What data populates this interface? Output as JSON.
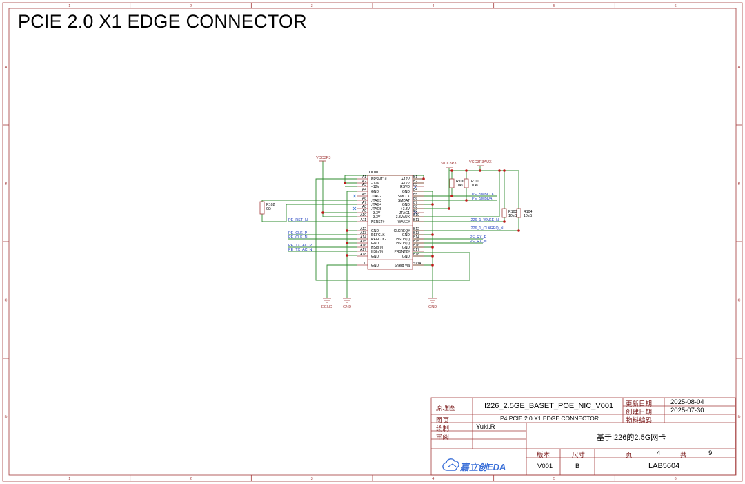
{
  "page_title": "PCIE 2.0 X1 EDGE CONNECTOR",
  "frame": {
    "column_labels": [
      "1",
      "2",
      "3",
      "4",
      "5",
      "6"
    ],
    "row_labels": [
      "A",
      "B",
      "C",
      "D"
    ]
  },
  "connector": {
    "ref": "U100",
    "left_pins": [
      {
        "num": "A1",
        "name": "PRSNT1#"
      },
      {
        "num": "A2",
        "name": "+12V"
      },
      {
        "num": "A3",
        "name": "+12V"
      },
      {
        "num": "A4",
        "name": "GND"
      },
      {
        "num": "A5",
        "name": "JTAG2"
      },
      {
        "num": "A6",
        "name": "JTAG3"
      },
      {
        "num": "A7",
        "name": "JTAG4"
      },
      {
        "num": "A8",
        "name": "JTAG5"
      },
      {
        "num": "A9",
        "name": "+3.3V"
      },
      {
        "num": "A10",
        "name": "+3.3V"
      },
      {
        "num": "A11",
        "name": "PERST#"
      },
      {
        "num": "A12",
        "name": "GND"
      },
      {
        "num": "A13",
        "name": "REFCLK+"
      },
      {
        "num": "A14",
        "name": "REFCLK-"
      },
      {
        "num": "A15",
        "name": "GND"
      },
      {
        "num": "A16",
        "name": "HSIp(0)"
      },
      {
        "num": "A17",
        "name": "HSIn(0)"
      },
      {
        "num": "A18",
        "name": "GND"
      },
      {
        "num": "0",
        "name": "GND"
      }
    ],
    "right_pins": [
      {
        "num": "B1",
        "name": "+12V"
      },
      {
        "num": "B2",
        "name": "+12V"
      },
      {
        "num": "B3",
        "name": "RSVD"
      },
      {
        "num": "B4",
        "name": "GND"
      },
      {
        "num": "B5",
        "name": "SMCLK"
      },
      {
        "num": "B6",
        "name": "SMDAT"
      },
      {
        "num": "B7",
        "name": "GND"
      },
      {
        "num": "B8",
        "name": "+3.3V"
      },
      {
        "num": "B9",
        "name": "JTAG1"
      },
      {
        "num": "B10",
        "name": "3.3VAUX"
      },
      {
        "num": "B11",
        "name": "WAKE#"
      },
      {
        "num": "B12",
        "name": "CLKREQ#"
      },
      {
        "num": "B13",
        "name": "GND"
      },
      {
        "num": "B14",
        "name": "HSOp(0)"
      },
      {
        "num": "B15",
        "name": "HSOn(0)"
      },
      {
        "num": "B16",
        "name": "GND"
      },
      {
        "num": "B17",
        "name": "PRSNT2#"
      },
      {
        "num": "B18",
        "name": "GND"
      },
      {
        "num": "SVIA",
        "name": "Shield Via"
      }
    ]
  },
  "power_labels": {
    "vcc_left": "VCC3P3",
    "vcc_right": "VCC3P3",
    "vcc_aux": "VCC3P3AUX"
  },
  "ground_labels": {
    "egnd": "EGND",
    "gnd1": "GND",
    "gnd2": "GND"
  },
  "resistors": [
    {
      "ref": "R102",
      "value": "0Ω"
    },
    {
      "ref": "R100",
      "value": "10kΩ"
    },
    {
      "ref": "R101",
      "value": "10kΩ"
    },
    {
      "ref": "R103",
      "value": "10kΩ"
    },
    {
      "ref": "R104",
      "value": "10kΩ"
    }
  ],
  "net_labels": {
    "pe_rst_n": "PE_RST_N",
    "pe_clk_p": "PE_CLK_P",
    "pe_clk_n": "PE_CLK_N",
    "pe_tx_ac_p": "PE_TX_AC_P",
    "pe_tx_ac_n": "PE_TX_AC_N",
    "pe_smbclk": "PE_SMBCLK",
    "pe_smbdat": "PE_SMBDAT",
    "wake_n": "I226_1_WAKE_N",
    "clkreq_n": "I226_1_CLKREQ_N",
    "pe_rx_p": "PE_RX_P",
    "pe_rx_n": "PE_RX_N"
  },
  "title_block": {
    "schematic_label": "原理图",
    "schematic_value": "I226_2.5GE_BASET_POE_NIC_V001",
    "page_label": "图页",
    "page_value": "P4.PCIE 2.0 X1 EDGE CONNECTOR",
    "drawn_label": "绘制",
    "drawn_value": "Yuki.R",
    "review_label": "审阅",
    "update_date_label": "更新日期",
    "update_date_value": "2025-08-04",
    "create_date_label": "创建日期",
    "create_date_value": "2025-07-30",
    "part_no_label": "物料编码",
    "part_no_value": "",
    "project_desc": "基于I226的2.5G网卡",
    "version_label": "版本",
    "size_label": "尺寸",
    "page_word": "页",
    "page_num": "4",
    "total_word": "共",
    "total_pages": "9",
    "version_value": "V001",
    "size_value": "B",
    "code_value": "LAB5604",
    "logo_text": "嘉立创EDA"
  }
}
